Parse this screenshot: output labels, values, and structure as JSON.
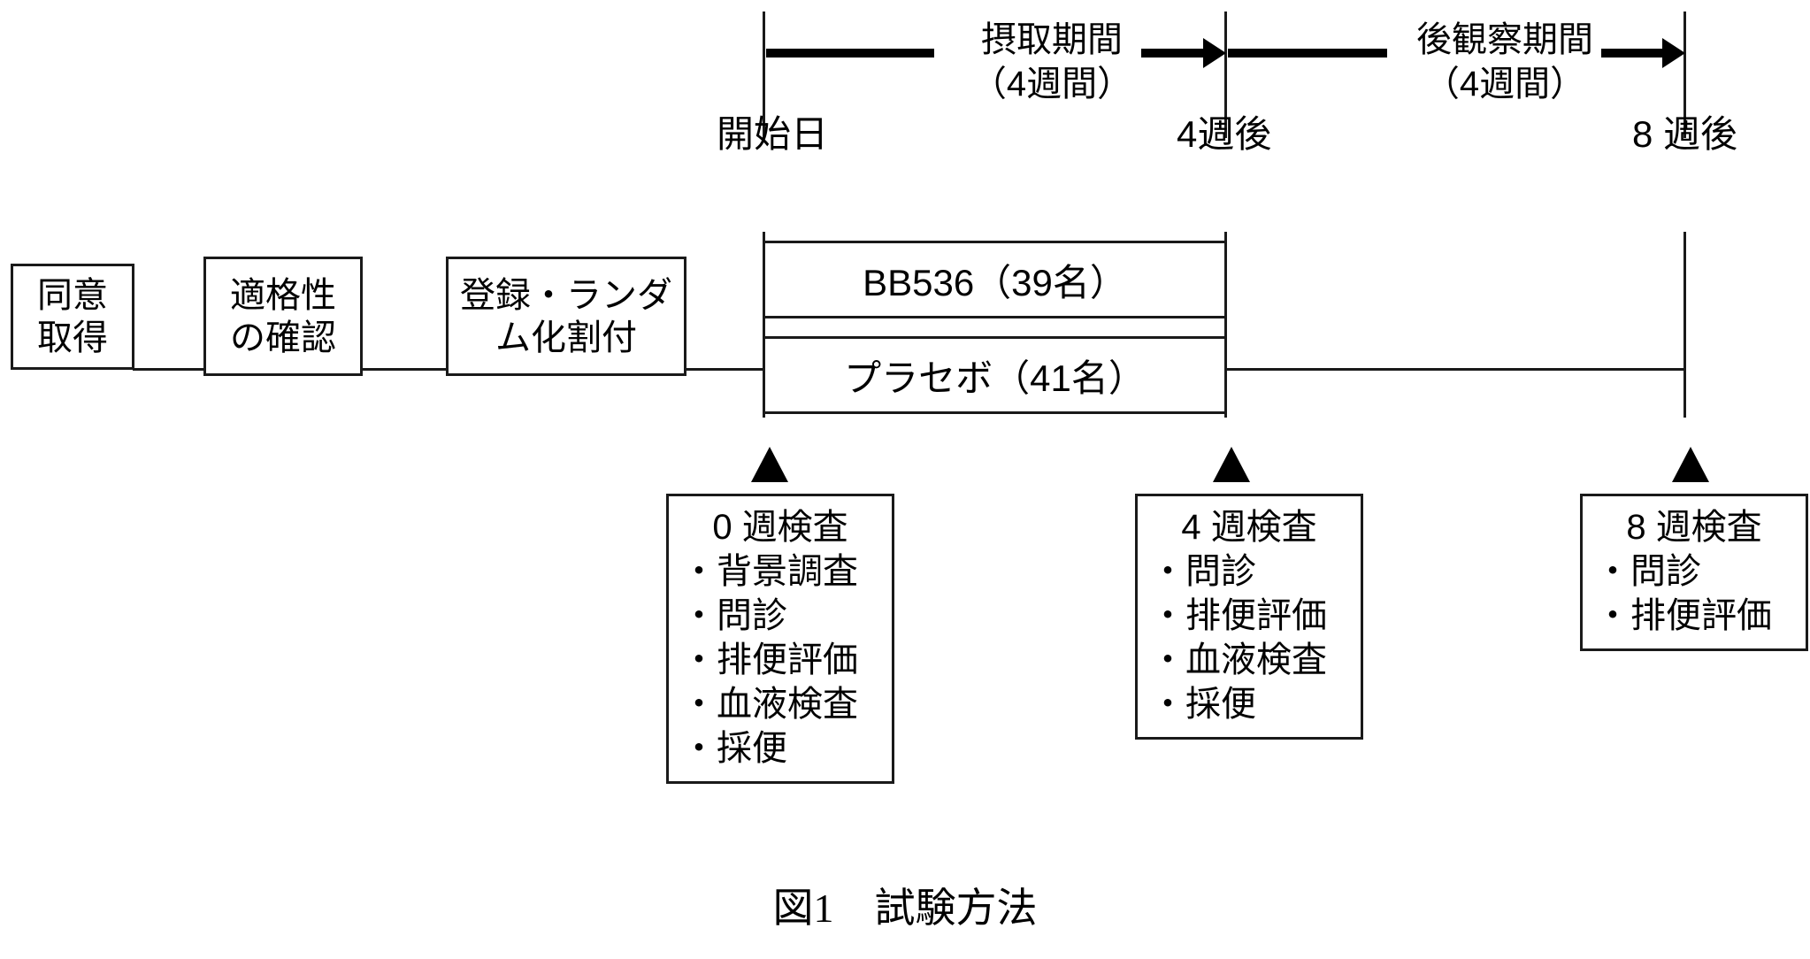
{
  "figure": {
    "caption": "図1　試験方法"
  },
  "periods": [
    {
      "name": "intake-period",
      "line1": "摂取期間",
      "line2": "（4週間）"
    },
    {
      "name": "followup-period",
      "line1": "後観察期間",
      "line2": "（4週間）"
    }
  ],
  "timepoints": [
    {
      "name": "start-day",
      "label": "開始日"
    },
    {
      "name": "week-4",
      "label": "4週後"
    },
    {
      "name": "week-8",
      "label": "8 週後"
    }
  ],
  "process_boxes": [
    {
      "name": "consent",
      "line1": "同意",
      "line2": "取得"
    },
    {
      "name": "eligibility",
      "line1": "適格性",
      "line2": "の確認"
    },
    {
      "name": "randomization",
      "line1": "登録・ランダ",
      "line2": "ム化割付"
    }
  ],
  "arms": [
    {
      "name": "arm-bb536",
      "label": "BB536（39名）"
    },
    {
      "name": "arm-placebo",
      "label": "プラセボ（41名）"
    }
  ],
  "exams": [
    {
      "name": "exam-week-0",
      "title": "0 週検査",
      "items": [
        "・背景調査",
        "・問診",
        "・排便評価",
        "・血液検査",
        "・採便"
      ]
    },
    {
      "name": "exam-week-4",
      "title": "4 週検査",
      "items": [
        "・問診",
        "・排便評価",
        "・血液検査",
        "・採便"
      ]
    },
    {
      "name": "exam-week-8",
      "title": "8 週検査",
      "items": [
        "・問診",
        "・排便評価"
      ]
    }
  ],
  "colors": {
    "ink": "#1a1a1a",
    "background": "#ffffff"
  }
}
